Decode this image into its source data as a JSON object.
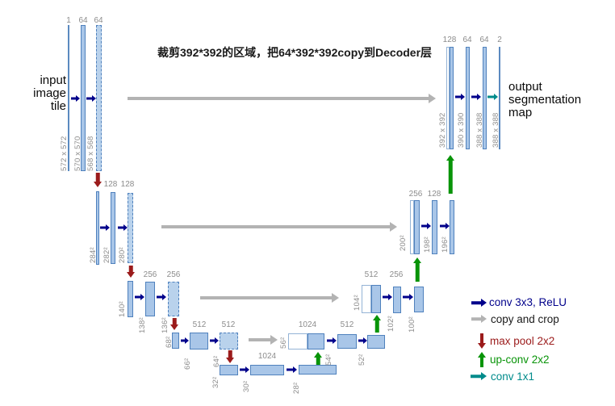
{
  "annotation": "裁剪392*392的区域，把64*392*392copy到Decoder层",
  "input_label": [
    "input",
    "image",
    "tile"
  ],
  "output_label": [
    "output",
    "segmentation",
    "map"
  ],
  "enc1": {
    "ch": [
      "1",
      "64",
      "64"
    ],
    "sz": [
      "572 x 572",
      "570 x 570",
      "568 x 568"
    ]
  },
  "enc2": {
    "ch": [
      "128",
      "128"
    ],
    "sz": [
      "284²",
      "282²",
      "280²"
    ]
  },
  "enc3": {
    "ch": [
      "256",
      "256"
    ],
    "sz": [
      "140²",
      "138²",
      "136²"
    ]
  },
  "enc4": {
    "ch": [
      "512",
      "512"
    ],
    "sz": [
      "68²",
      "66²",
      "64²"
    ]
  },
  "bottom": {
    "ch": [
      "1024"
    ],
    "sz": [
      "32²",
      "30²",
      "28²"
    ]
  },
  "dec4": {
    "ch": [
      "1024",
      "512"
    ],
    "sz": [
      "56²",
      "54²",
      "52²"
    ]
  },
  "dec3": {
    "ch": [
      "512",
      "256"
    ],
    "sz": [
      "104²",
      "102²",
      "100²"
    ]
  },
  "dec2": {
    "ch": [
      "256",
      "128"
    ],
    "sz": [
      "200²",
      "198²",
      "196²"
    ]
  },
  "dec1": {
    "ch": [
      "128",
      "64",
      "64",
      "2"
    ],
    "sz": [
      "392 x 392",
      "390 x 390",
      "388 x 388",
      "388 x 388"
    ]
  },
  "legend": {
    "conv33": "conv 3x3, ReLU",
    "copy": "copy and crop",
    "pool": "max pool 2x2",
    "upconv": "up-conv 2x2",
    "conv11": "conv 1x1"
  },
  "colors": {
    "bar_fill": "#a9c6e8",
    "bar_border": "#4f81bd",
    "conv_arrow": "#00008b",
    "copy_arrow": "#b3b3b3",
    "pool_arrow": "#9b1b1b",
    "upconv_arrow": "#089408",
    "conv11_arrow": "#008b8b",
    "label_gray": "#8c8c8c"
  }
}
